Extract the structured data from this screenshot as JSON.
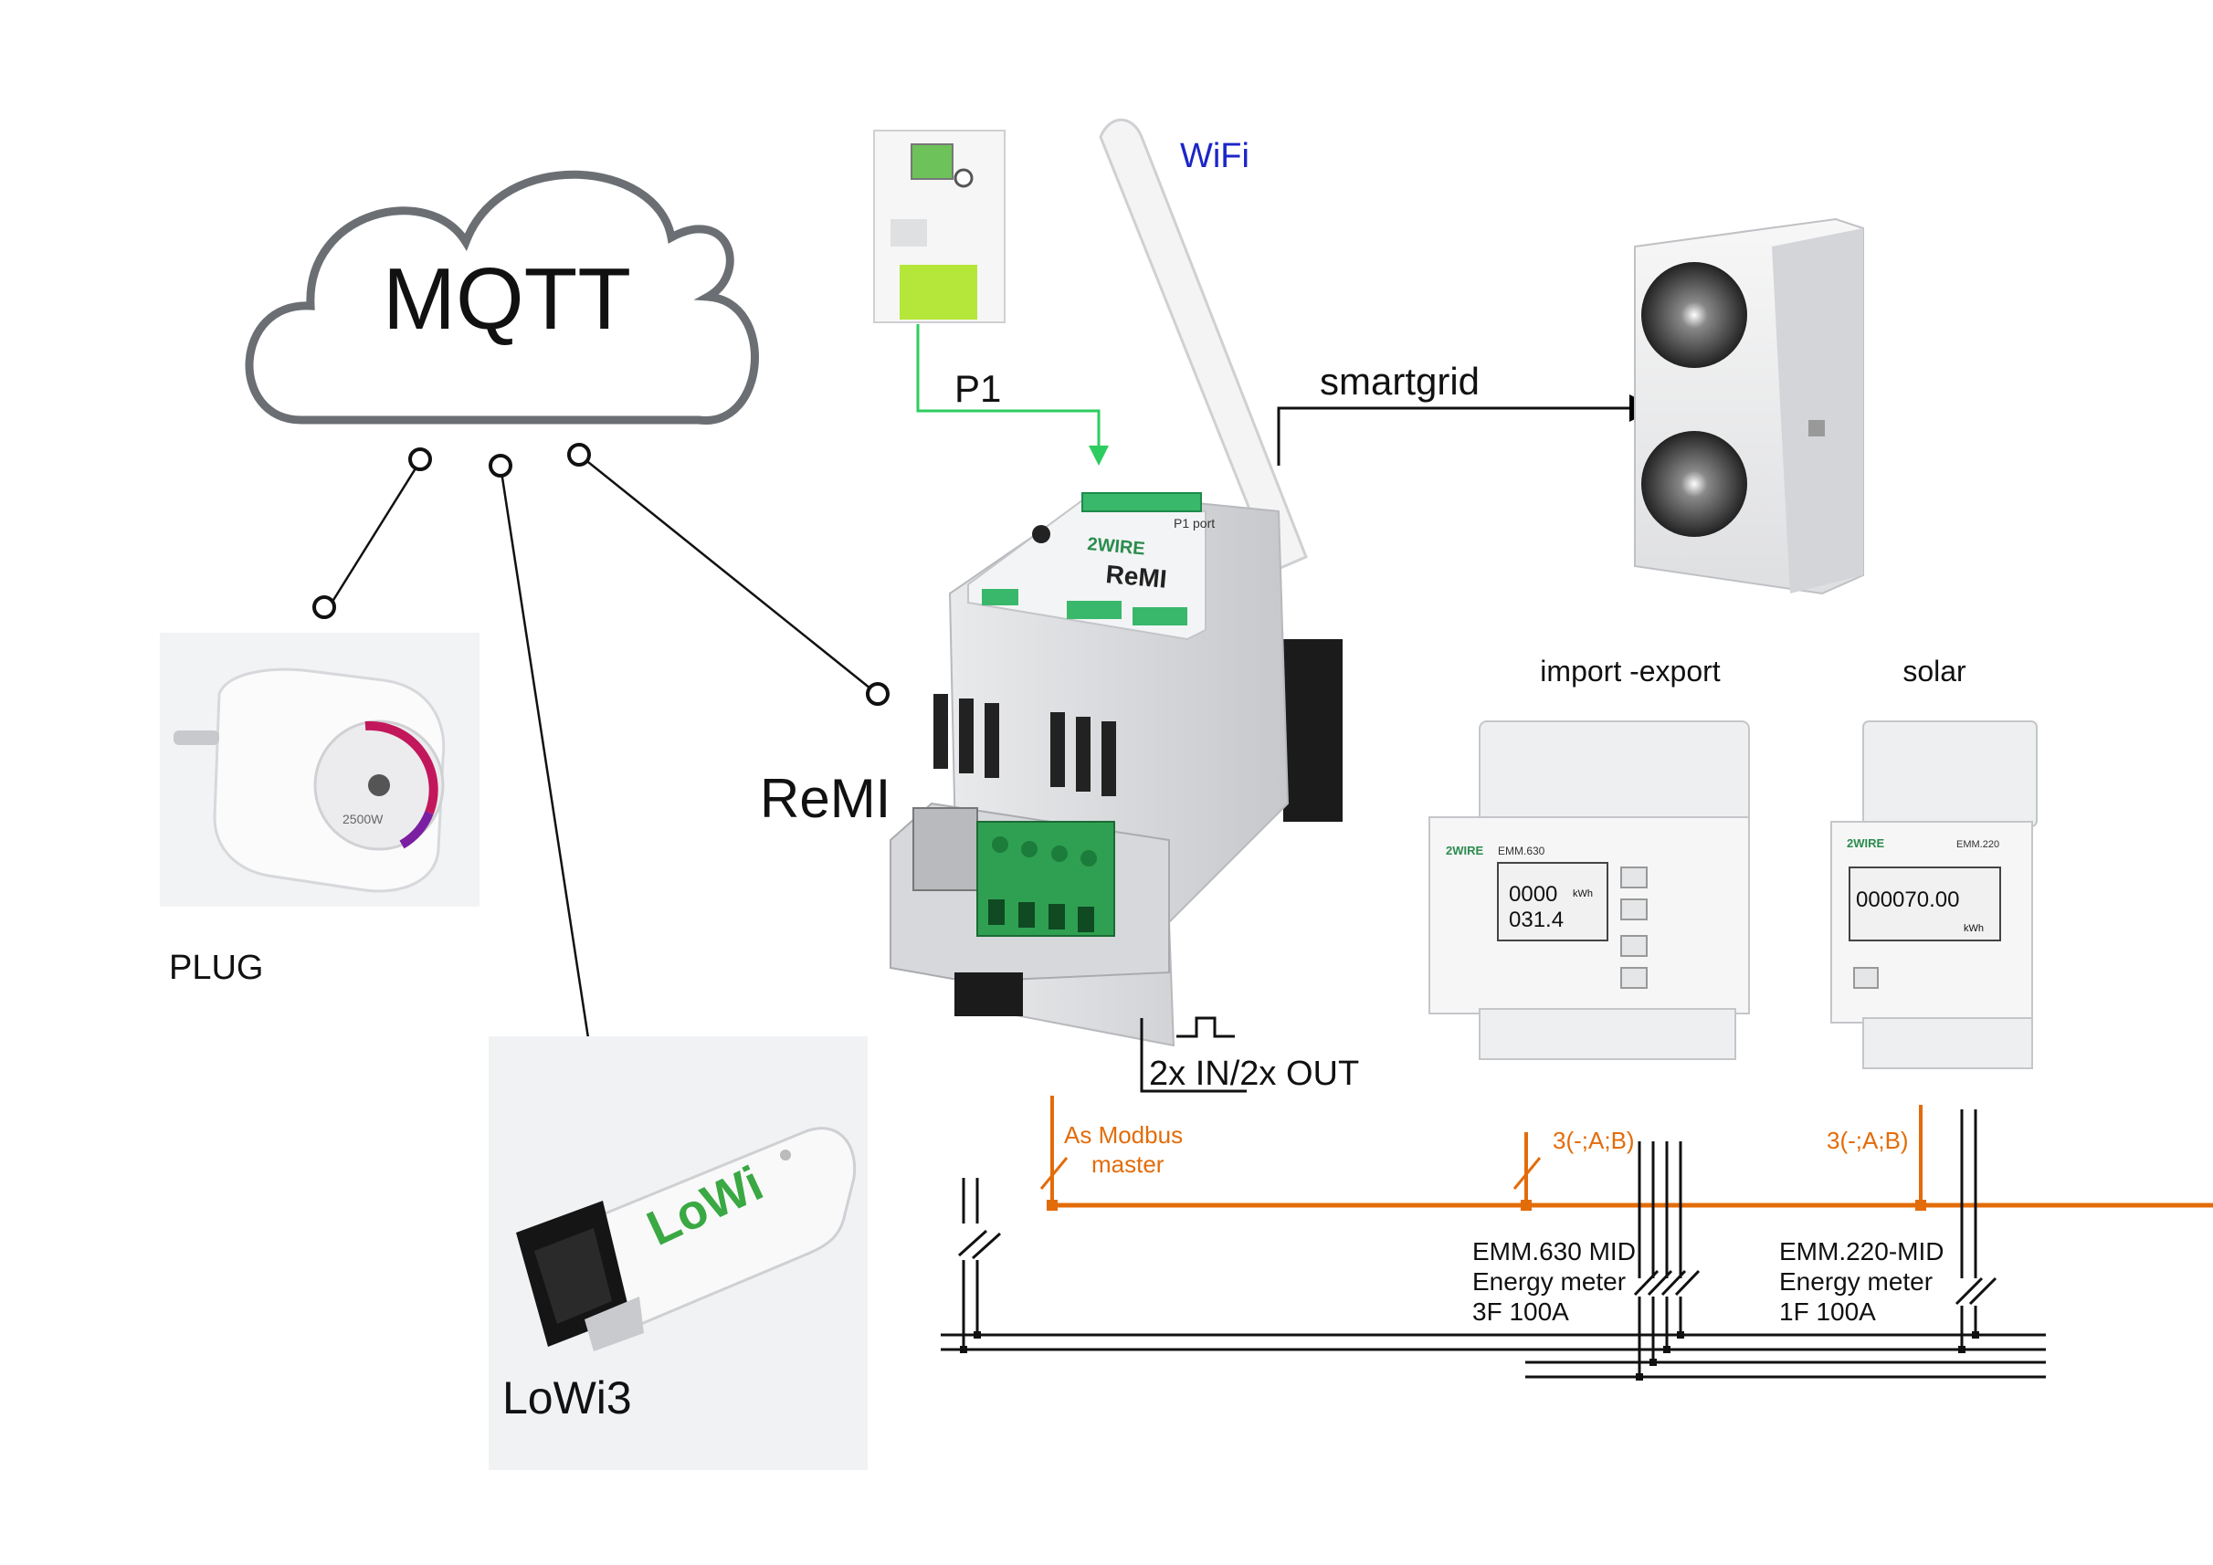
{
  "labels": {
    "cloud": "MQTT",
    "wifi": "WiFi",
    "p1": "P1",
    "smartgrid": "smartgrid",
    "remi": "ReMI",
    "plug": "PLUG",
    "lowi": "LoWi3",
    "io": "2x IN/2x OUT",
    "import_export": "import -export",
    "solar": "solar",
    "modbus_line1": "As Modbus",
    "modbus_line2": "master",
    "bus_emm630": "3(-;A;B)",
    "bus_emm220": "3(-;A;B)",
    "emm630_line1": "EMM.630 MID",
    "emm630_line2": "Energy meter",
    "emm630_line3": "3F 100A",
    "emm220_line1": "EMM.220-MID",
    "emm220_line2": "Energy meter",
    "emm220_line3": "1F 100A"
  },
  "device_text": {
    "remi_brand": "2WIRE",
    "remi_name": "ReMI",
    "remi_port": "P1 port",
    "plug_power": "2500W",
    "lowi_brand": "LoWi",
    "emm630_brand": "2WIRE",
    "emm630_model": "EMM.630",
    "emm630_reading1": "0000",
    "emm630_reading2": "031.4",
    "emm630_unit": "kWh",
    "emm220_brand": "2WIRE",
    "emm220_model": "EMM.220",
    "emm220_reading": "000070.00",
    "emm220_unit": "kWh"
  },
  "colors": {
    "p1_line": "#2ecc5f",
    "wifi_text": "#1c25c8",
    "modbus": "#e36c0a",
    "lowi_green": "#3aa843",
    "meter_lime": "#b5e63a"
  }
}
